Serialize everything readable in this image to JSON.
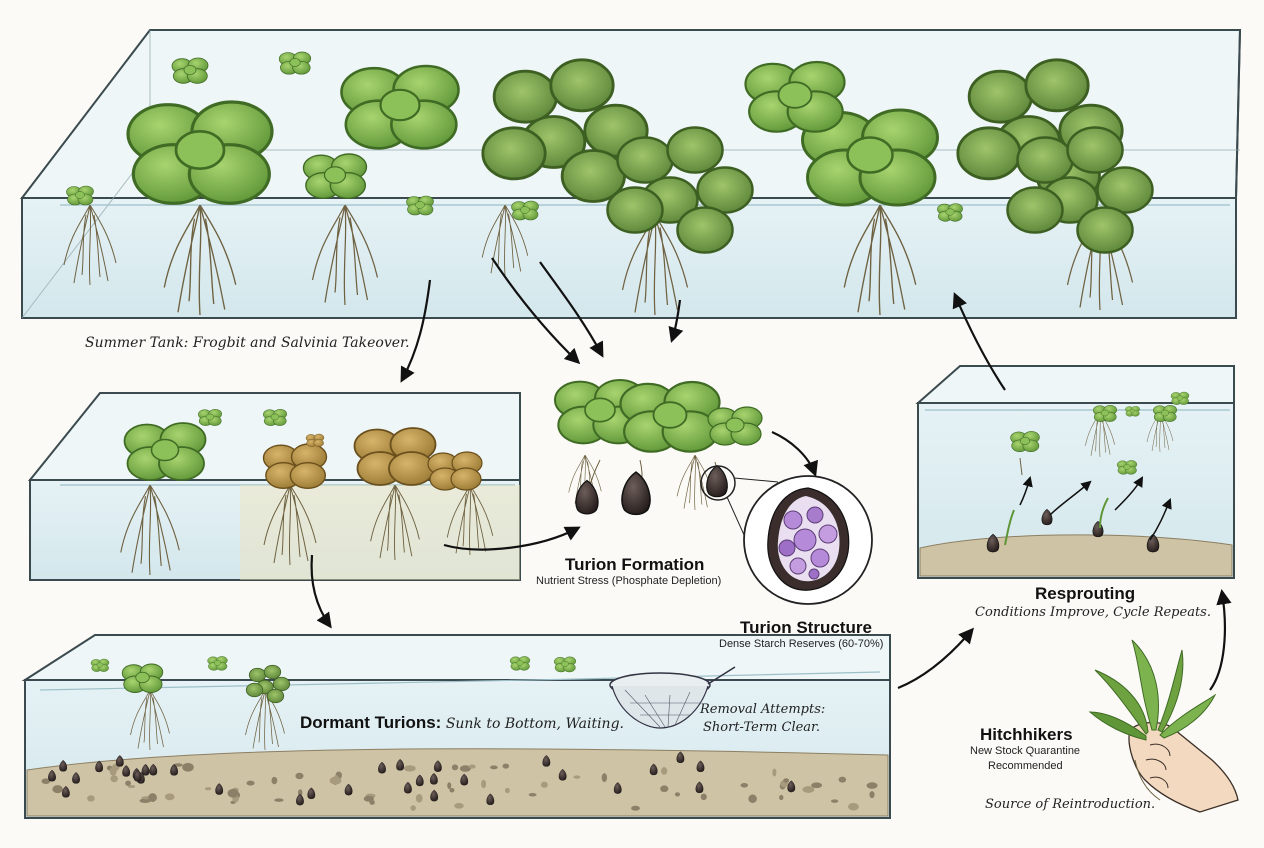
{
  "labels": {
    "summer_tank": "Summer Tank: Frogbit and Salvinia Takeover.",
    "turion_formation": {
      "title": "Turion Formation",
      "subtitle": "Nutrient Stress (Phosphate Depletion)"
    },
    "turion_structure": {
      "title": "Turion Structure",
      "subtitle": "Dense Starch Reserves (60-70%)"
    },
    "dormant_turions": {
      "title": "Dormant Turions:",
      "note": "Sunk to Bottom, Waiting."
    },
    "removal_attempts": {
      "line1": "Removal Attempts:",
      "line2": "Short-Term Clear."
    },
    "resprouting": {
      "title": "Resprouting",
      "note": "Conditions Improve, Cycle Repeats."
    },
    "hitchhikers": {
      "title": "Hitchhikers",
      "line1": "New Stock Quarantine",
      "line2": "Recommended"
    },
    "source": "Source of Reintroduction."
  },
  "colors": {
    "glass": "#dfeef2",
    "glass_edge": "#3b4a4f",
    "leaf": "#7db34f",
    "leaf_dark": "#4f7f2e",
    "leaf_brown": "#b08a3a",
    "root": "#7a6a48",
    "turion": "#3b3130",
    "starch": "#b58ad8",
    "gravel": "#c9bda3",
    "arrow": "#111111"
  },
  "icons": [
    "curved-arrow-icon",
    "fishing-net-icon",
    "hand-icon",
    "turion-icon",
    "floating-plant-icon"
  ]
}
